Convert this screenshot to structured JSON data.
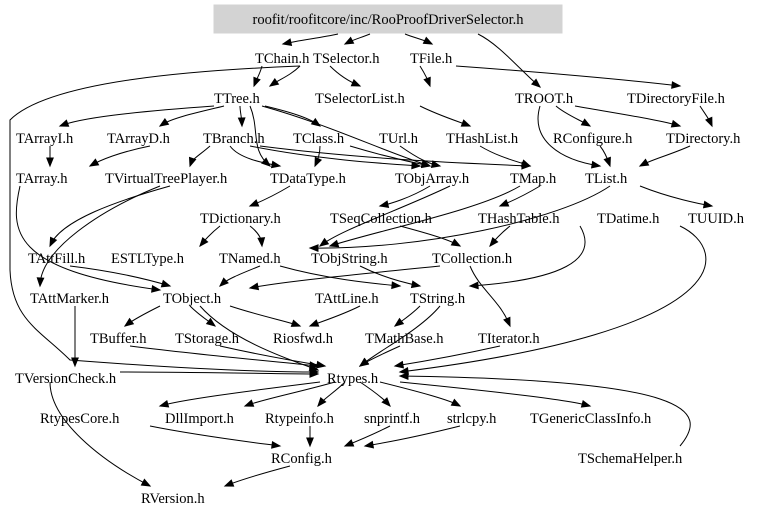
{
  "graph": {
    "root": "roofit/roofitcore/inc/RooProofDriverSelector.h",
    "nodes": [
      "TChain.h",
      "TSelector.h",
      "TFile.h",
      "TTree.h",
      "TSelectorList.h",
      "TROOT.h",
      "TDirectoryFile.h",
      "TArrayI.h",
      "TArrayD.h",
      "TBranch.h",
      "TClass.h",
      "TUrl.h",
      "THashList.h",
      "RConfigure.h",
      "TDirectory.h",
      "TArray.h",
      "TVirtualTreePlayer.h",
      "TDataType.h",
      "TObjArray.h",
      "TMap.h",
      "TList.h",
      "TDictionary.h",
      "TSeqCollection.h",
      "THashTable.h",
      "TDatime.h",
      "TUUID.h",
      "TAttFill.h",
      "ESTLType.h",
      "TNamed.h",
      "TObjString.h",
      "TCollection.h",
      "TAttMarker.h",
      "TObject.h",
      "TAttLine.h",
      "TString.h",
      "TBuffer.h",
      "TStorage.h",
      "Riosfwd.h",
      "TMathBase.h",
      "TIterator.h",
      "TVersionCheck.h",
      "Rtypes.h",
      "RtypesCore.h",
      "DllImport.h",
      "Rtypeinfo.h",
      "snprintf.h",
      "strlcpy.h",
      "TGenericClassInfo.h",
      "RConfig.h",
      "TSchemaHelper.h",
      "RVersion.h"
    ]
  }
}
